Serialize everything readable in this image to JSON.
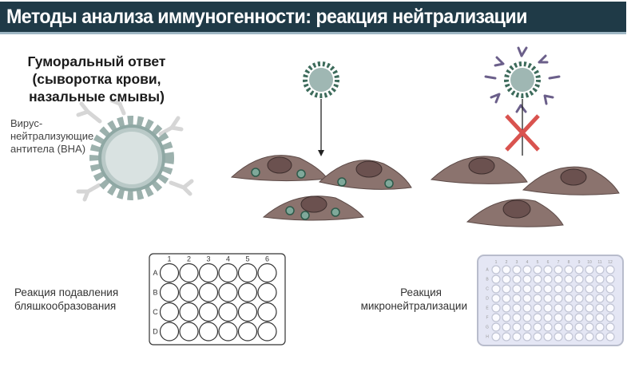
{
  "title": "Методы анализа иммуногенности: реакция нейтрализации",
  "humoral_response": [
    "Гуморальный ответ",
    "(сыворотка крови,",
    "назальные смывы)"
  ],
  "vna_label": [
    "Вирус-",
    "нейтрализующие",
    "антитела (ВНА)"
  ],
  "plaque_assay_label": [
    "Реакция подавления",
    "бляшкообразования"
  ],
  "microneutralization_label": [
    "Реакция",
    "микронейтрализации"
  ],
  "plate24": {
    "columns": [
      "1",
      "2",
      "3",
      "4",
      "5",
      "6"
    ],
    "rows": [
      "A",
      "B",
      "C",
      "D"
    ]
  },
  "plate96": {
    "columns": [
      "1",
      "2",
      "3",
      "4",
      "5",
      "6",
      "7",
      "8",
      "9",
      "10",
      "11",
      "12"
    ],
    "rows": [
      "A",
      "B",
      "C",
      "D",
      "E",
      "F",
      "G",
      "H"
    ]
  },
  "colors": {
    "header": "#1f3a47",
    "virus": "#8fa8a4",
    "cell": "#8b736e",
    "nucleus": "#6b514f",
    "cross": "#d9534f",
    "plate96": "#e4e6f4"
  }
}
